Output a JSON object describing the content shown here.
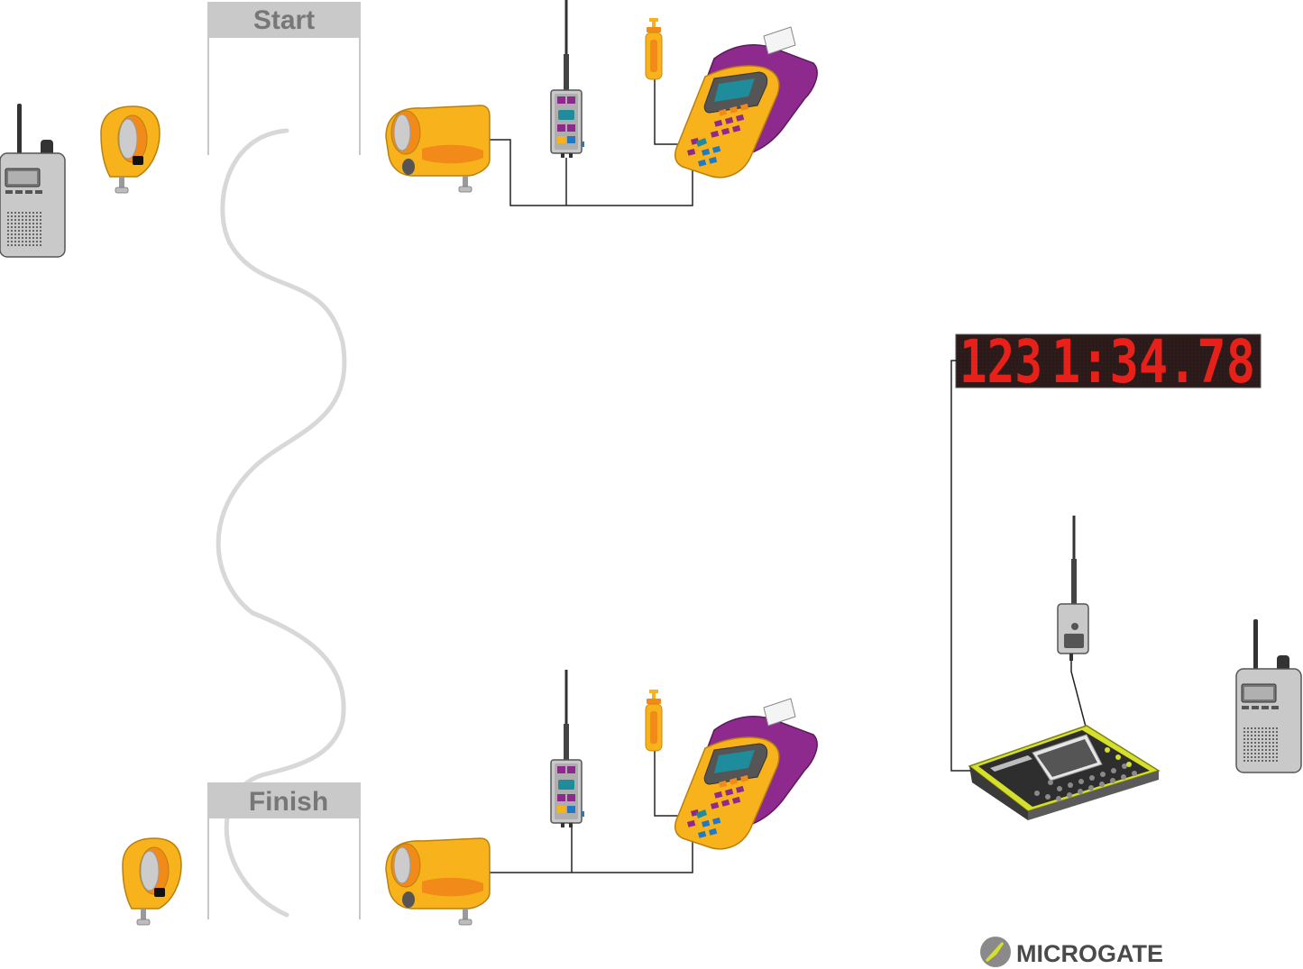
{
  "gates": {
    "start_label": "Start",
    "finish_label": "Finish"
  },
  "scoreboard": {
    "bib": "123",
    "time": "1:34.78",
    "led_color": "#e8201a"
  },
  "brand": {
    "name": "MICROGATE",
    "logo_icon": "microgate-logo-icon"
  },
  "colors": {
    "device_orange": "#f7b21c",
    "device_purple": "#8e2a8e",
    "device_gray": "#c9c9c9",
    "console_yellow": "#d6df2a",
    "course_line": "#d8d8d8"
  }
}
